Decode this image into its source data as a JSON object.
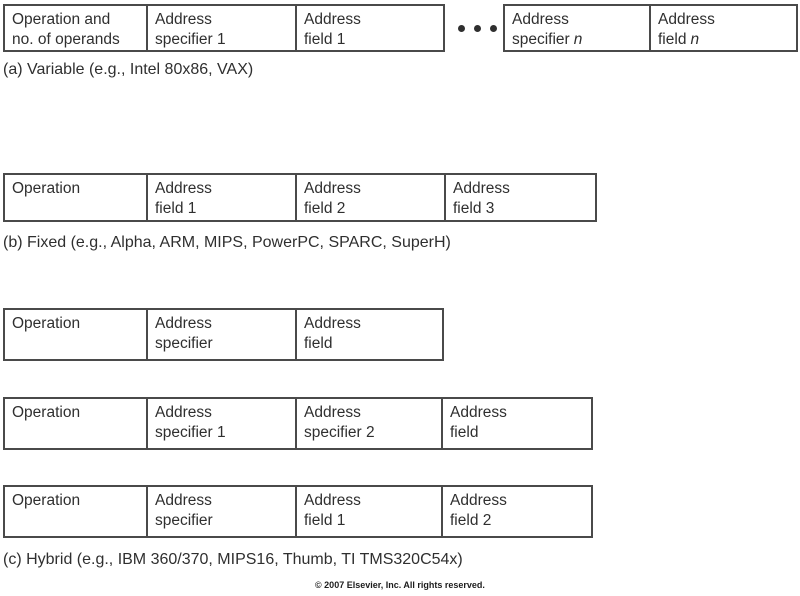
{
  "colors": {
    "line": "#4a4a4a",
    "text": "#2f2f2f"
  },
  "icons": {
    "ellipsis": "three-dots"
  },
  "captions": {
    "a": "(a) Variable (e.g., Intel 80x86, VAX)",
    "b": "(b) Fixed (e.g., Alpha, ARM, MIPS, PowerPC, SPARC, SuperH)",
    "c": "(c) Hybrid (e.g., IBM 360/370,  MIPS16, Thumb, TI TMS320C54x)"
  },
  "copyright": "© 2007 Elsevier, Inc. All rights reserved.",
  "variable": {
    "left": [
      {
        "line1": "Operation and",
        "line2": "no. of operands"
      },
      {
        "line1": "Address",
        "line2": "specifier 1"
      },
      {
        "line1": "Address",
        "line2": "field 1"
      }
    ],
    "right": [
      {
        "line1": "Address",
        "line2": "specifier",
        "italic": "n"
      },
      {
        "line1": "Address",
        "line2": "field",
        "italic": "n"
      }
    ]
  },
  "fixed": [
    {
      "line1": "Operation",
      "line2": ""
    },
    {
      "line1": "Address",
      "line2": "field 1"
    },
    {
      "line1": "Address",
      "line2": "field 2"
    },
    {
      "line1": "Address",
      "line2": "field 3"
    }
  ],
  "hybrid1": [
    {
      "line1": "Operation",
      "line2": ""
    },
    {
      "line1": "Address",
      "line2": "specifier"
    },
    {
      "line1": "Address",
      "line2": "field"
    }
  ],
  "hybrid2": [
    {
      "line1": "Operation",
      "line2": ""
    },
    {
      "line1": "Address",
      "line2": "specifier 1"
    },
    {
      "line1": "Address",
      "line2": "specifier 2"
    },
    {
      "line1": "Address",
      "line2": "field"
    }
  ],
  "hybrid3": [
    {
      "line1": "Operation",
      "line2": ""
    },
    {
      "line1": "Address",
      "line2": "specifier"
    },
    {
      "line1": "Address",
      "line2": "field 1"
    },
    {
      "line1": "Address",
      "line2": "field 2"
    }
  ]
}
